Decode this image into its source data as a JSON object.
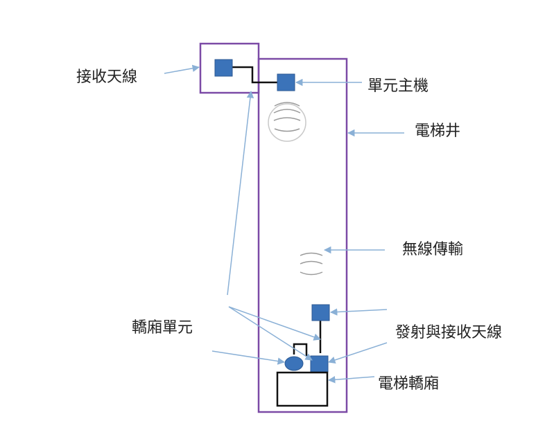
{
  "labels": {
    "receive_antenna": "接收天線",
    "main_unit": "單元主機",
    "elevator_shaft": "電梯井",
    "wireless_transmission": "無線傳輸",
    "car_unit": "轎廂單元",
    "tx_rx_antenna": "發射與接收天線",
    "elevator_car": "電梯轎廂"
  },
  "colors": {
    "frame_purple": "#7b4aa6",
    "component_blue": "#3b73b9",
    "arrow_blue": "#8ab0d6",
    "wire_black": "#111111",
    "signal_gray": "#9a9a9a"
  }
}
